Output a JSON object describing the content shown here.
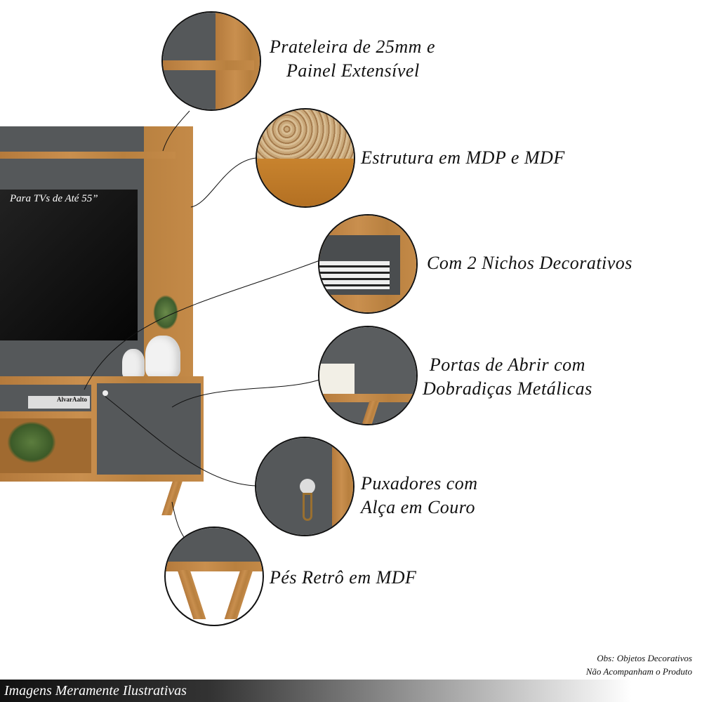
{
  "tv_label": "Para TVs de Até 55”",
  "features": [
    {
      "label_lines": [
        "Prateleira de 25mm e",
        "Painel Extensível"
      ],
      "icon": "shelf-detail"
    },
    {
      "label_lines": [
        "Estrutura em MDP e MDF"
      ],
      "icon": "material-texture"
    },
    {
      "label_lines": [
        "Com 2 Nichos Decorativos"
      ],
      "icon": "niche-detail"
    },
    {
      "label_lines": [
        "Portas de Abrir com",
        "Dobradiças Metálicas"
      ],
      "icon": "door-hinge-detail"
    },
    {
      "label_lines": [
        "Puxadores com",
        "Alça em Couro"
      ],
      "icon": "leather-handle-detail"
    },
    {
      "label_lines": [
        "Pés Retrô em MDF"
      ],
      "icon": "retro-feet-detail"
    }
  ],
  "book_label": "AlvarAalto",
  "obs_lines": [
    "Obs: Objetos Decorativos",
    "Não Acompanham o Produto"
  ],
  "footer": "Imagens Meramente Ilustrativas",
  "colors": {
    "wood": "#c08646",
    "gray": "#55585a",
    "tv": "#111111"
  }
}
